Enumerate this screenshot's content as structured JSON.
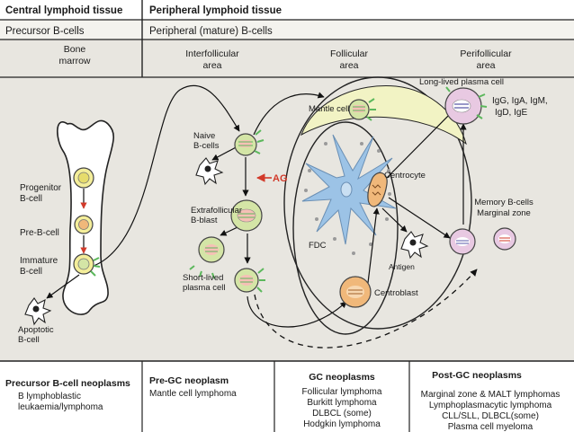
{
  "header": {
    "central_title": "Central lymphoid tissue",
    "peripheral_title": "Peripheral lymphoid tissue",
    "precursor_label": "Precursor B-cells",
    "mature_label": "Peripheral (mature) B-cells"
  },
  "areas": {
    "bone_marrow": [
      "Bone",
      "marrow"
    ],
    "interfollicular": [
      "Interfollicular",
      "area"
    ],
    "follicular": [
      "Follicular",
      "area"
    ],
    "perifollicular": [
      "Perifollicular",
      "area"
    ]
  },
  "cells": {
    "progenitor": [
      "Progenitor",
      "B-cell"
    ],
    "pre_b": "Pre-B-cell",
    "immature": [
      "Immature",
      "B-cell"
    ],
    "apoptotic": [
      "Apoptotic",
      "B-cell"
    ],
    "naive": [
      "Naive",
      "B-cells"
    ],
    "ag": "AG",
    "extrafollicular": [
      "Extrafollicular",
      "B-blast"
    ],
    "short_lived": [
      "Short-lived",
      "plasma cell"
    ],
    "mantle": "Mantle cell",
    "fdc": "FDC",
    "centrocyte": "Centrocyte",
    "antigen": "Antigen",
    "centroblast": "Centroblast",
    "long_lived": "Long-lived plasma cell",
    "immunoglobulins": [
      "IgG, IgA, IgM,",
      "IgD, IgE"
    ],
    "memory": [
      "Memory B-cells",
      "Marginal zone"
    ]
  },
  "neoplasms": {
    "precursor": {
      "title": "Precursor B-cell neoplasms",
      "items": [
        "B lymphoblastic",
        "leukaemia/lymphoma"
      ]
    },
    "pre_gc": {
      "title": "Pre-GC neoplasm",
      "items": [
        "Mantle cell lymphoma"
      ]
    },
    "gc": {
      "title": "GC neoplasms",
      "items": [
        "Follicular lymphoma",
        "Burkitt lymphoma",
        "DLBCL (some)",
        "Hodgkin lymphoma"
      ]
    },
    "post_gc": {
      "title": "Post-GC neoplasms",
      "items": [
        "Marginal zone & MALT lymphomas",
        "Lymphoplasmacytic lymphoma",
        "CLL/SLL, DLBCL(some)",
        "Plasma cell myeloma"
      ]
    }
  },
  "colors": {
    "ag_red": "#d23a2a",
    "fdc_blue": "#9cc3e6",
    "cell_green": "#d4e5a6",
    "centroblast_orange": "#f0b87a",
    "plasma_pink": "#e8c9e2",
    "mantle_zone": "#f2f3c4",
    "background": "#e8e6e0"
  }
}
